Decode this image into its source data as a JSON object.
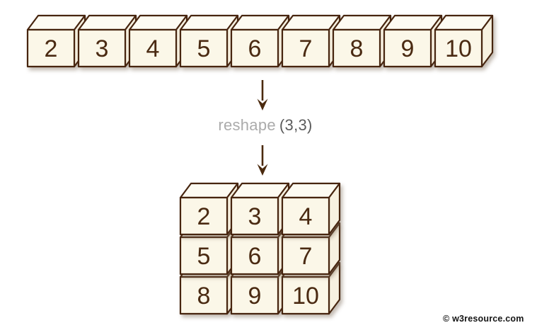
{
  "diagram_label": {
    "operation": "reshape",
    "args": "(3,3)"
  },
  "source_array": {
    "values": [
      2,
      3,
      4,
      5,
      6,
      7,
      8,
      9,
      10
    ]
  },
  "reshaped_array": {
    "shape": [
      3,
      3
    ],
    "rows": [
      [
        2,
        3,
        4
      ],
      [
        5,
        6,
        7
      ],
      [
        8,
        9,
        10
      ]
    ]
  },
  "watermark": {
    "text": "© w3resource.com"
  },
  "icons": {
    "down_arrow": "↓"
  },
  "colors": {
    "background": "#ffffff",
    "cube_front_fill": "#fbf7e8",
    "cube_top_fill": "#fdfbf2",
    "cube_side_fill": "#f7f1e0",
    "cube_stroke": "#47250f",
    "number": "#4a2a12",
    "arrow": "#4b2a0e",
    "label_operation": "#ababab",
    "label_args": "#5c5c5c",
    "watermark": "#141414"
  }
}
